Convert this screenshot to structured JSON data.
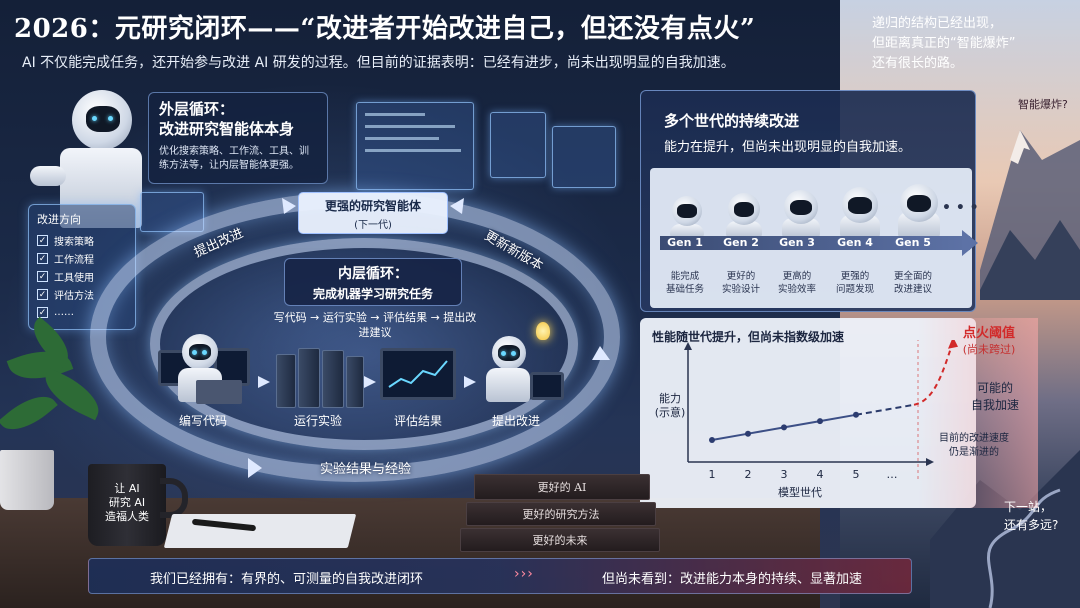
{
  "header": {
    "title": "2026：元研究闭环——“改进者开始改进自己，但还没有点火”",
    "subtitle": "AI 不仅能完成任务，还开始参与改进 AI 研发的过程。但目前的证据表明：已经有进步，尚未出现明显的自我加速。"
  },
  "top_note": {
    "lines": [
      "递归的结构已经出现，",
      "但距离真正的“智能爆炸”",
      "还有很长的路。"
    ]
  },
  "burst_label": "智能爆炸?",
  "outer_loop": {
    "title_line1": "外层循环：",
    "title_line2": "改进研究智能体本身",
    "description": "优化搜索策略、工作流、工具、训练方法等，让内层智能体更强。",
    "left_label": "提出改进",
    "right_label": "更新新版本",
    "bottom_label": "实验结果与经验"
  },
  "stronger_agent": {
    "line1": "更强的研究智能体",
    "line2": "(下一代)"
  },
  "inner_loop": {
    "title": "内层循环：",
    "subtitle": "完成机器学习研究任务",
    "description": "写代码 → 运行实验 → 评估结果 → 提出改进建议",
    "steps": [
      "编写代码",
      "运行实验",
      "评估结果",
      "提出改进"
    ]
  },
  "directions": {
    "title": "改进方向",
    "items": [
      "搜索策略",
      "工作流程",
      "工具使用",
      "评估方法",
      "……"
    ]
  },
  "generations": {
    "title": "多个世代的持续改进",
    "subtitle": "能力在提升，但尚未出现明显的自我加速。",
    "more": "• • •",
    "items": [
      {
        "label": "Gen 1",
        "desc1": "能完成",
        "desc2": "基础任务"
      },
      {
        "label": "Gen 2",
        "desc1": "更好的",
        "desc2": "实验设计"
      },
      {
        "label": "Gen 3",
        "desc1": "更高的",
        "desc2": "实验效率"
      },
      {
        "label": "Gen 4",
        "desc1": "更强的",
        "desc2": "问题发现"
      },
      {
        "label": "Gen 5",
        "desc1": "更全面的",
        "desc2": "改进建议"
      }
    ]
  },
  "chart_data": {
    "type": "line",
    "title": "性能随世代提升，但尚未指数级加速",
    "xlabel": "模型世代",
    "ylabel_line1": "能力",
    "ylabel_line2": "(示意)",
    "x_ticks": [
      "1",
      "2",
      "3",
      "4",
      "5",
      "…"
    ],
    "series": [
      {
        "values": [
          1,
          2,
          3,
          4,
          5
        ]
      }
    ],
    "y_values": [
      1.0,
      1.35,
      1.7,
      2.05,
      2.4
    ],
    "threshold_title": "点火阈值",
    "threshold_sub": "(尚未跨过)",
    "possible_line1": "可能的",
    "possible_line2": "自我加速",
    "current_line1": "目前的改进速度",
    "current_line2": "仍是渐进的",
    "grid": false
  },
  "mug": {
    "lines": [
      "让 AI",
      "研究 AI",
      "造福人类"
    ]
  },
  "books": [
    "更好的 AI",
    "更好的研究方法",
    "更好的未来"
  ],
  "next_stop": {
    "lines": [
      "下一站，",
      "还有多远?"
    ]
  },
  "bottom": {
    "left": "我们已经拥有：有界的、可测量的自我改进闭环",
    "arrows": "›››",
    "right": "但尚未看到：改进能力本身的持续、显著加速"
  },
  "colors": {
    "accent": "#d22a2a",
    "ring": "#c8dcff",
    "panel": "#1c2c50"
  }
}
